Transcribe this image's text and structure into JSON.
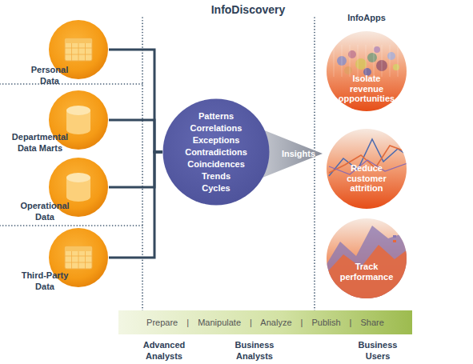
{
  "diagram": {
    "title": "InfoDiscovery",
    "nodes": [
      {
        "text": [
          "Personal Data"
        ]
      },
      {
        "text": [
          "Departmental Data Marts"
        ]
      },
      {
        "text": [
          "Operational Data"
        ]
      },
      {
        "text": [
          "Third-Party Data"
        ]
      },
      {
        "text": [
          "Patterns",
          "Correlations",
          "Exceptions",
          "Contradictions",
          "Coincidences",
          "Trends",
          "Cycles"
        ]
      },
      {
        "text": [
          "Isolate revenue opportunities"
        ]
      },
      {
        "text": [
          "Reduce customer attrition"
        ]
      },
      {
        "text": [
          "Track performance"
        ]
      },
      {
        "text": [
          "Prepare | Manipulate | Analyze | Publish | Share"
        ]
      }
    ],
    "edges": [
      {
        "from": 0,
        "to": 4,
        "arrow": "none"
      },
      {
        "from": 1,
        "to": 4,
        "arrow": "none"
      },
      {
        "from": 2,
        "to": 4,
        "arrow": "none"
      },
      {
        "from": 3,
        "to": 4,
        "arrow": "none"
      }
    ],
    "labels": [
      "InfoApps",
      "Insights",
      "Advanced Analysts",
      "Business Analysts",
      "Business Users"
    ]
  }
}
